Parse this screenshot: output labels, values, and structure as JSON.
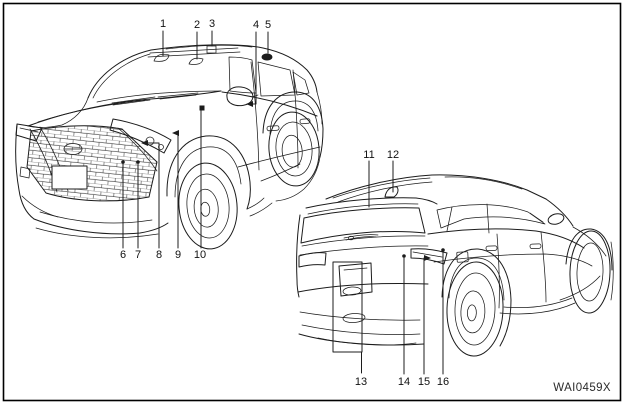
{
  "figure": {
    "code": "WAI0459X"
  },
  "colors": {
    "background": "#ffffff",
    "border": "#000000",
    "line_art": "#1c1c1c",
    "watermark_text": "#2b2b2b"
  },
  "callouts": [
    "1",
    "2",
    "3",
    "4",
    "5",
    "6",
    "7",
    "8",
    "9",
    "10",
    "11",
    "12",
    "13",
    "14",
    "15",
    "16"
  ],
  "views": {
    "front_three_quarter": {
      "position": "top-left",
      "callouts_top": [
        "1",
        "2",
        "3",
        "4",
        "5"
      ],
      "callouts_bottom": [
        "6",
        "7",
        "8",
        "9",
        "10"
      ]
    },
    "rear_three_quarter": {
      "position": "bottom-right",
      "callouts_top": [
        "11",
        "12"
      ],
      "callouts_bottom": [
        "13",
        "14",
        "15",
        "16"
      ]
    }
  }
}
